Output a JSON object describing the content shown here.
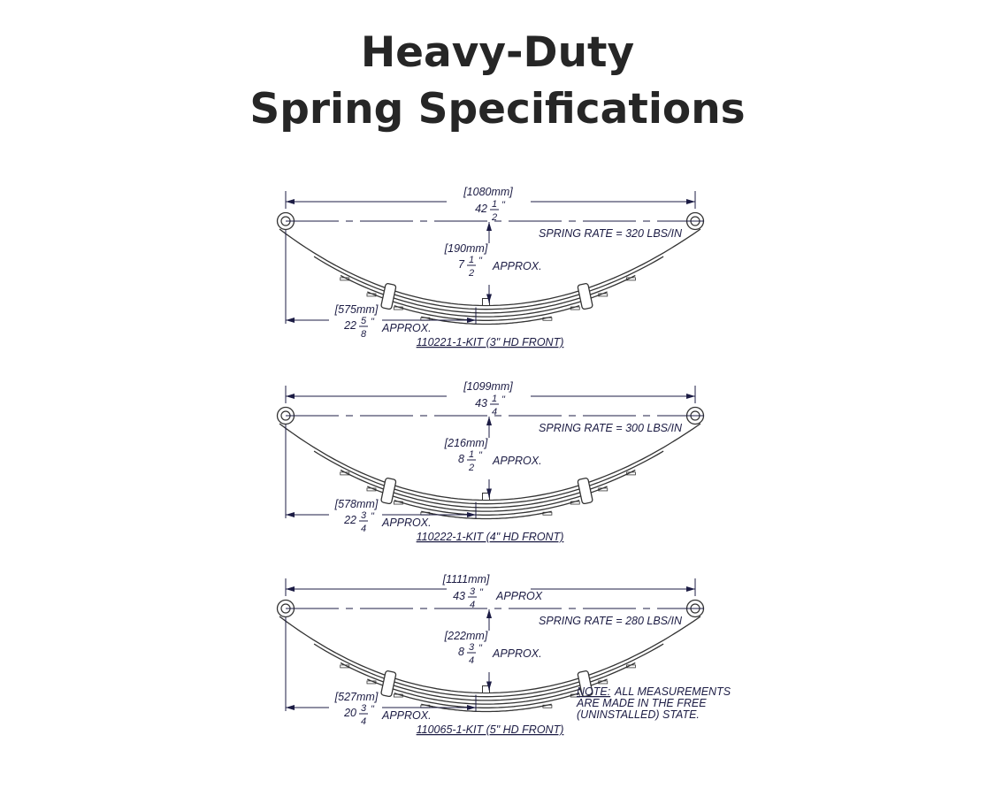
{
  "title": {
    "line1": "Heavy-Duty",
    "line2": "Spring Specifications"
  },
  "inch_mark": "\"",
  "springs": [
    {
      "length_mm": "[1080mm]",
      "length_whole": "42",
      "length_num": "1",
      "length_den": "2",
      "length_approx": "",
      "rate": "SPRING RATE = 320 LBS/IN",
      "height_mm": "[190mm]",
      "height_whole": "7",
      "height_num": "1",
      "height_den": "2",
      "height_approx": "APPROX.",
      "center_mm": "[575mm]",
      "center_whole": "22",
      "center_num": "5",
      "center_den": "8",
      "center_approx": "APPROX.",
      "label": "110221-1-KIT (3\" HD FRONT)"
    },
    {
      "length_mm": "[1099mm]",
      "length_whole": "43",
      "length_num": "1",
      "length_den": "4",
      "length_approx": "",
      "rate": "SPRING RATE = 300 LBS/IN",
      "height_mm": "[216mm]",
      "height_whole": "8",
      "height_num": "1",
      "height_den": "2",
      "height_approx": "APPROX.",
      "center_mm": "[578mm]",
      "center_whole": "22",
      "center_num": "3",
      "center_den": "4",
      "center_approx": "APPROX.",
      "label": "110222-1-KIT (4\" HD FRONT)"
    },
    {
      "length_mm": "[1111mm]",
      "length_whole": "43",
      "length_num": "3",
      "length_den": "4",
      "length_approx": "APPROX",
      "rate": "SPRING RATE = 280 LBS/IN",
      "height_mm": "[222mm]",
      "height_whole": "8",
      "height_num": "3",
      "height_den": "4",
      "height_approx": "APPROX.",
      "center_mm": "[527mm]",
      "center_whole": "20",
      "center_num": "3",
      "center_den": "4",
      "center_approx": "APPROX.",
      "label": "110065-1-KIT (5\" HD FRONT)"
    }
  ],
  "note": {
    "label": "NOTE:",
    "line1": "ALL MEASUREMENTS",
    "line2": "ARE MADE IN THE FREE",
    "line3": "(UNINSTALLED) STATE."
  }
}
